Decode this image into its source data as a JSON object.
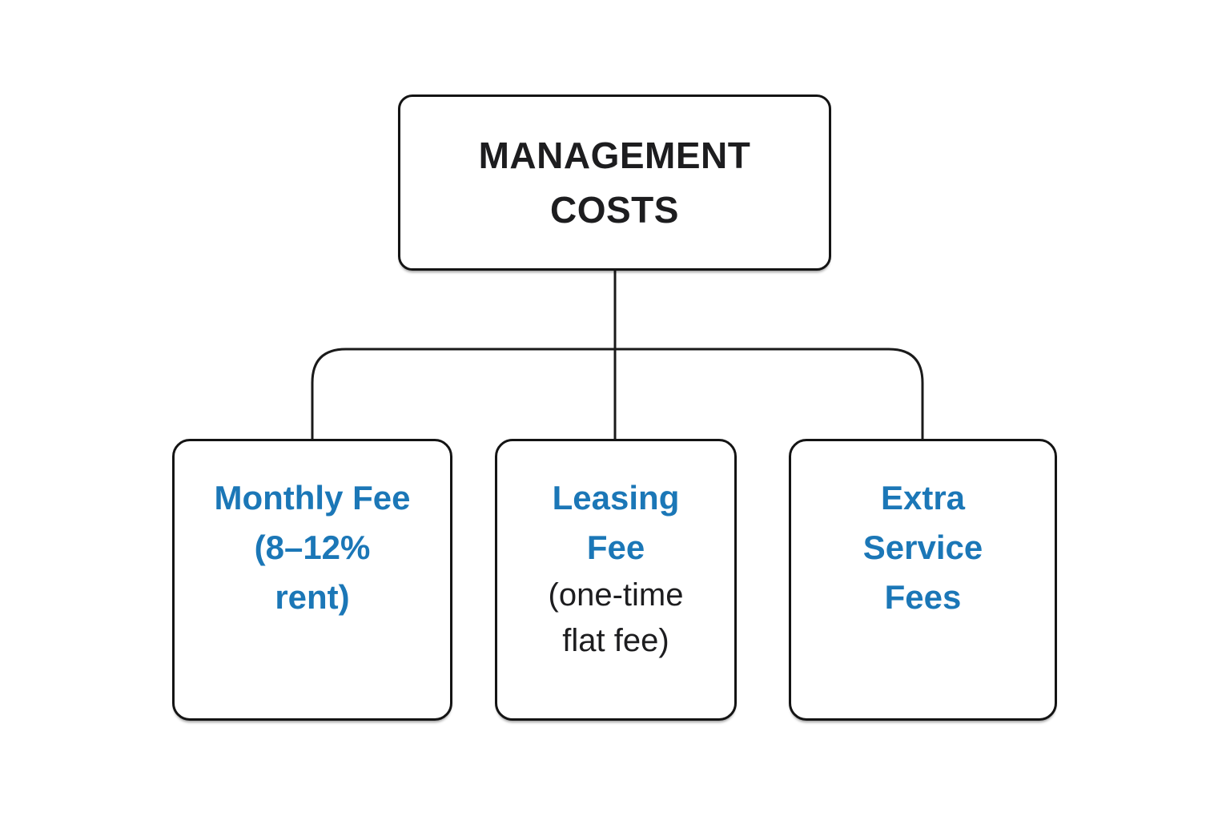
{
  "colors": {
    "accent_blue": "#1b77b7",
    "ink_black": "#1d1d1f",
    "connector_line": "#1a1a1a",
    "background": "#ffffff"
  },
  "diagram": {
    "type": "flowchart-tree",
    "root": {
      "label": "MANAGEMENT\nCOSTS"
    },
    "children": [
      {
        "id": "monthly-fee",
        "title": "Monthly Fee\n(8–12%\nrent)",
        "subtitle": ""
      },
      {
        "id": "leasing-fee",
        "title": "Leasing\nFee",
        "subtitle": "(one-time\nflat fee)"
      },
      {
        "id": "extra-service-fees",
        "title": "Extra\nService\nFees",
        "subtitle": ""
      }
    ]
  }
}
